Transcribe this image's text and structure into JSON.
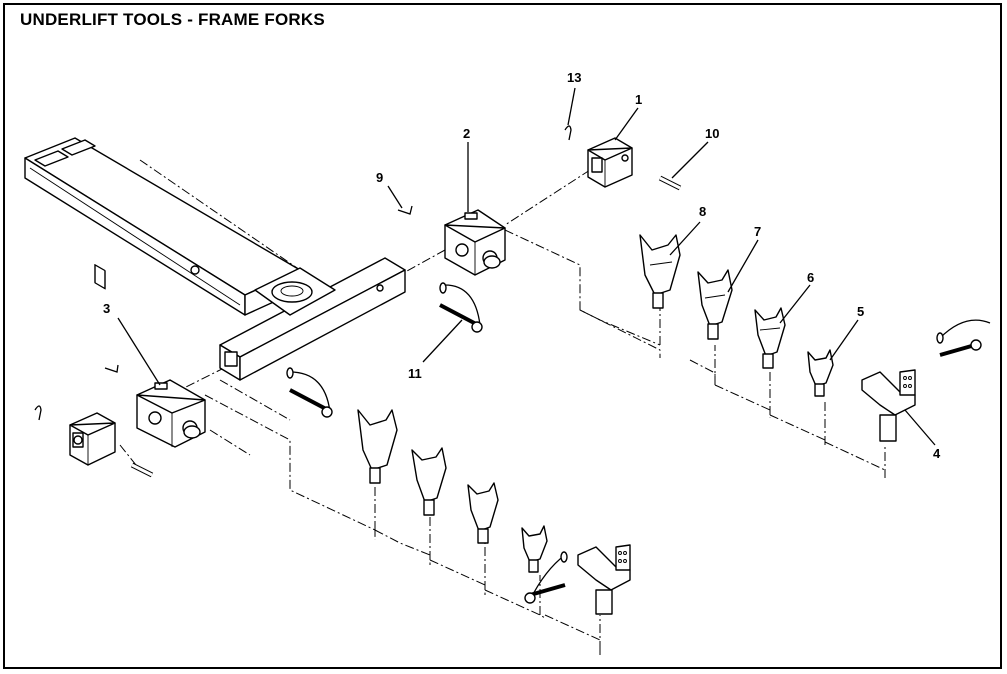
{
  "title": "UNDERLIFT TOOLS - FRAME FORKS",
  "callouts": [
    {
      "id": "c1",
      "text": "1"
    },
    {
      "id": "c2",
      "text": "2"
    },
    {
      "id": "c3",
      "text": "3"
    },
    {
      "id": "c4",
      "text": "4"
    },
    {
      "id": "c5",
      "text": "5"
    },
    {
      "id": "c6",
      "text": "6"
    },
    {
      "id": "c7",
      "text": "7"
    },
    {
      "id": "c8",
      "text": "8"
    },
    {
      "id": "c9",
      "text": "9"
    },
    {
      "id": "c10",
      "text": "10"
    },
    {
      "id": "c11",
      "text": "11"
    },
    {
      "id": "c13",
      "text": "13"
    }
  ]
}
